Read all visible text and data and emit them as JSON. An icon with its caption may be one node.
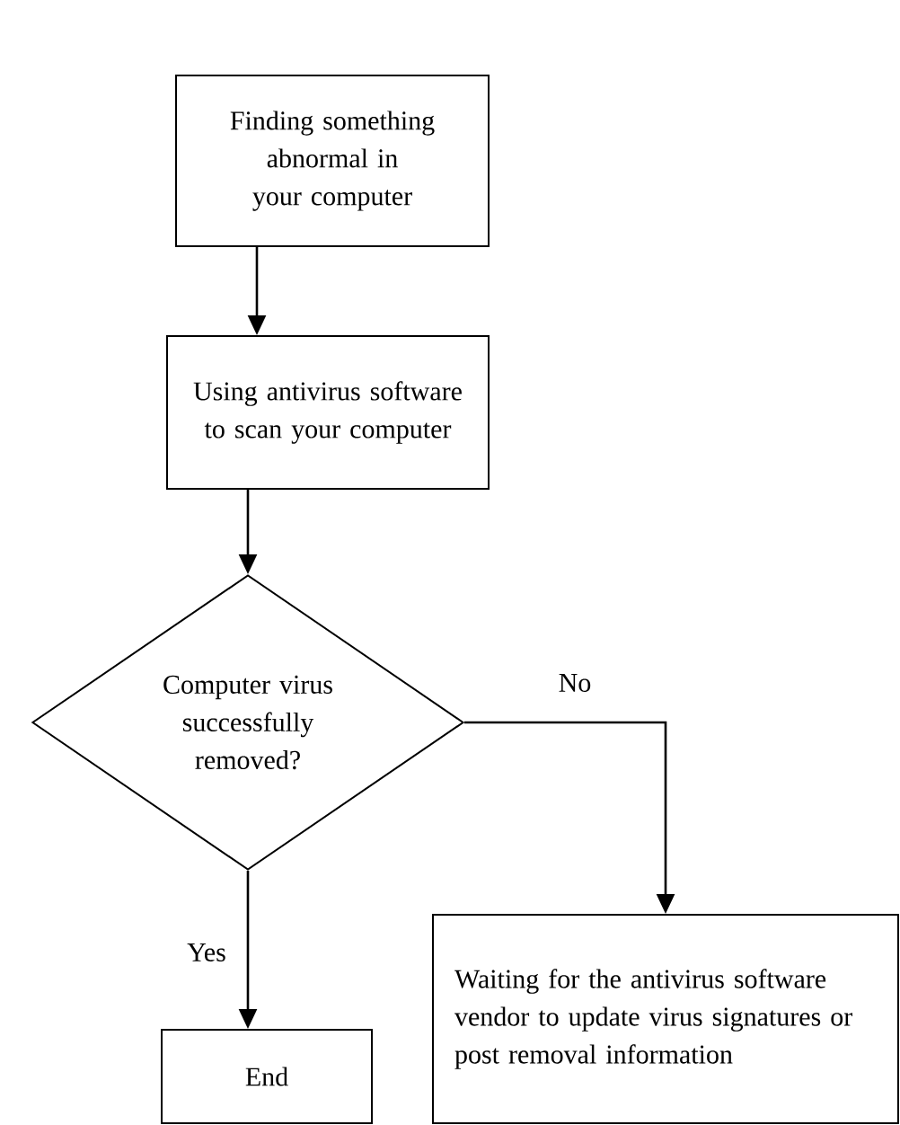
{
  "diagram": {
    "nodes": [
      {
        "text": [
          "Finding something abnormal in your computer"
        ]
      },
      {
        "text": [
          "Using antivirus software to scan your computer"
        ]
      },
      {
        "text": [
          "Computer virus successfully removed?"
        ]
      },
      {
        "text": [
          "End"
        ]
      },
      {
        "text": [
          "Waiting for the antivirus software vendor to update virus signatures or post removal information"
        ]
      }
    ],
    "edges": [
      {
        "from": 0,
        "to": 1,
        "arrow": "to"
      },
      {
        "from": 1,
        "to": 2,
        "arrow": "to"
      },
      {
        "from": 2,
        "to": 3,
        "arrow": "to",
        "label": "Yes"
      },
      {
        "from": 2,
        "to": 4,
        "arrow": "to",
        "label": "No"
      }
    ]
  }
}
